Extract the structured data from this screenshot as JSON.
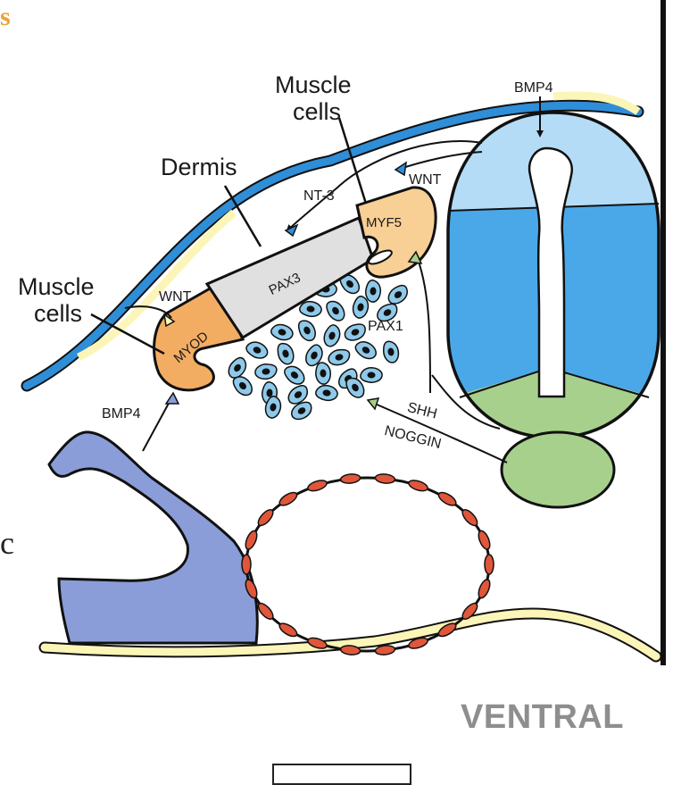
{
  "corner_fragment": "s",
  "side_fragment": "c",
  "labels": {
    "muscle_cells_top_1": "Muscle",
    "muscle_cells_top_2": "cells",
    "muscle_cells_left_1": "Muscle",
    "muscle_cells_left_2": "cells",
    "dermis": "Dermis",
    "bmp4_top": "BMP4",
    "bmp4_left": "BMP4",
    "wnt_top": "WNT",
    "wnt_left": "WNT",
    "nt3": "NT-3",
    "myf5": "MYF5",
    "pax3": "PAX3",
    "myod": "MYOD",
    "pax1": "PAX1",
    "shh": "SHH",
    "noggin": "NOGGIN"
  },
  "orientation": "VENTRAL",
  "colors": {
    "ectoderm_blue": "#2f8ed8",
    "ectoderm_yellow": "#fbf5b8",
    "neural_tube_light": "#b5dcf6",
    "neural_tube_mid": "#4aa8e8",
    "floor_plate": "#a8d08d",
    "notochord": "#a8d08d",
    "myotome_orange": "#f3ad63",
    "myf5_light": "#f8cf95",
    "dermomyotome_gray": "#e0e0e0",
    "sclerotome_cell": "#8ec9ea",
    "gut": "#8a9dd8",
    "aorta": "#e0563a",
    "ventral_text": "#8e8e8e",
    "corner_text": "#e8a33a"
  }
}
